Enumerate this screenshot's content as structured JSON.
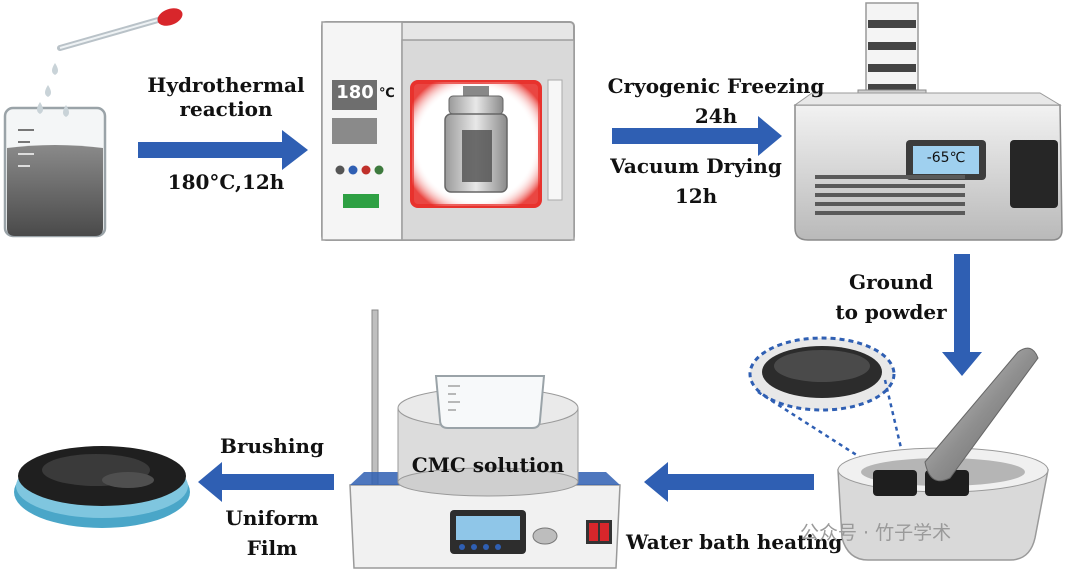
{
  "steps": {
    "hydrothermal": {
      "label_line1": "Hydrothermal",
      "label_line2": "reaction",
      "condition": "180°C,12h"
    },
    "oven": {
      "display_value": "180",
      "display_unit": "℃"
    },
    "freeze_dry": {
      "line1": "Cryogenic Freezing",
      "line2": "24h",
      "line3": "Vacuum Drying",
      "line4": "12h"
    },
    "freeze_dryer": {
      "display_value": "-65℃"
    },
    "grinding": {
      "line1": "Ground",
      "line2": "to powder"
    },
    "water_bath": {
      "beaker_label": "CMC solution",
      "label": "Water bath heating"
    },
    "coating": {
      "line1": "Brushing",
      "line2": "Uniform",
      "line3": "Film"
    }
  },
  "watermark": "公众号 · 竹子学术",
  "colors": {
    "arrow": "#2f5fb3",
    "heater_glow": "#e8322d",
    "panel": "#dcdcdc",
    "freezer_display": "#9fd0ef"
  }
}
